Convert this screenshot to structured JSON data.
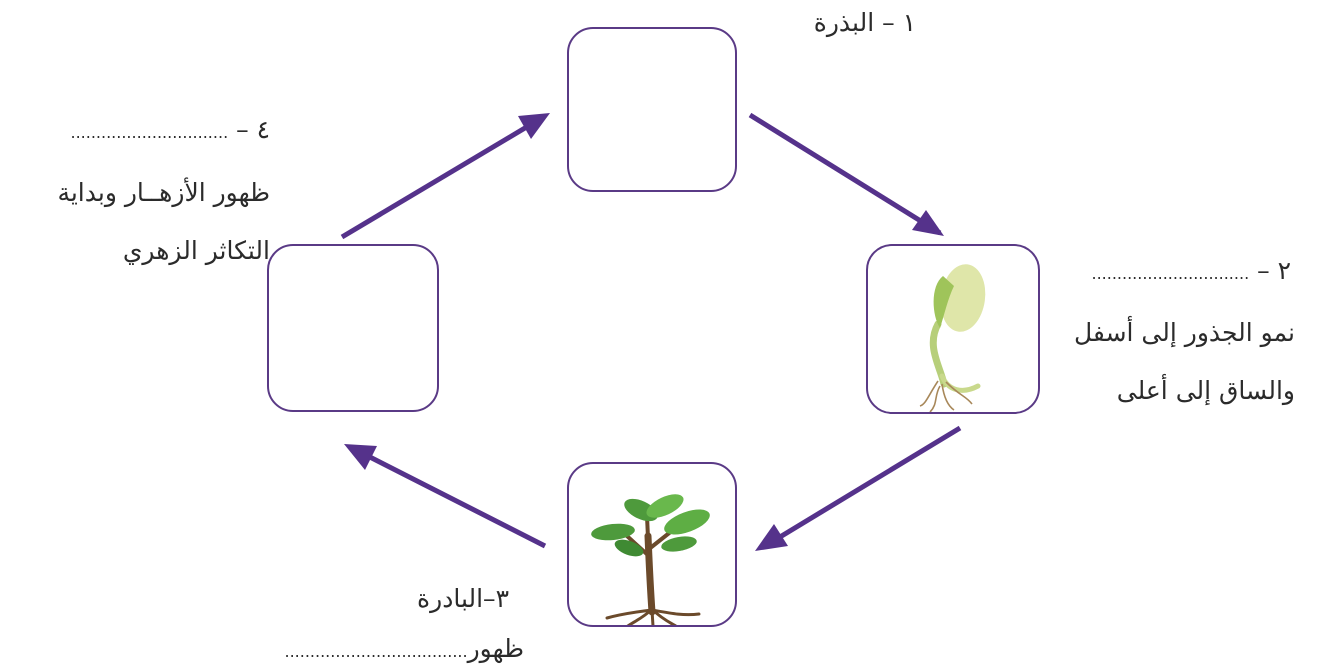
{
  "stage1": {
    "label": "١ – البذرة"
  },
  "stage2": {
    "label": "٢ –",
    "blank": "...............................",
    "description_line1": "نمو الجذور إلى أسفل",
    "description_line2": "والساق إلى أعلى",
    "image_icon": "sprouting-seed-image"
  },
  "stage3": {
    "label": "٣–البادرة",
    "description_word": "ظهور",
    "blank": "....................................",
    "image_icon": "seedling-image"
  },
  "stage4": {
    "label": "٤ –",
    "blank": "...............................",
    "description_line1": "ظهور الأزهــار وبداية",
    "description_line2": "التكاثر الزهري"
  },
  "colors": {
    "box_border": "#5a3a86",
    "arrow": "#55328b",
    "text": "#2b2b2b"
  }
}
